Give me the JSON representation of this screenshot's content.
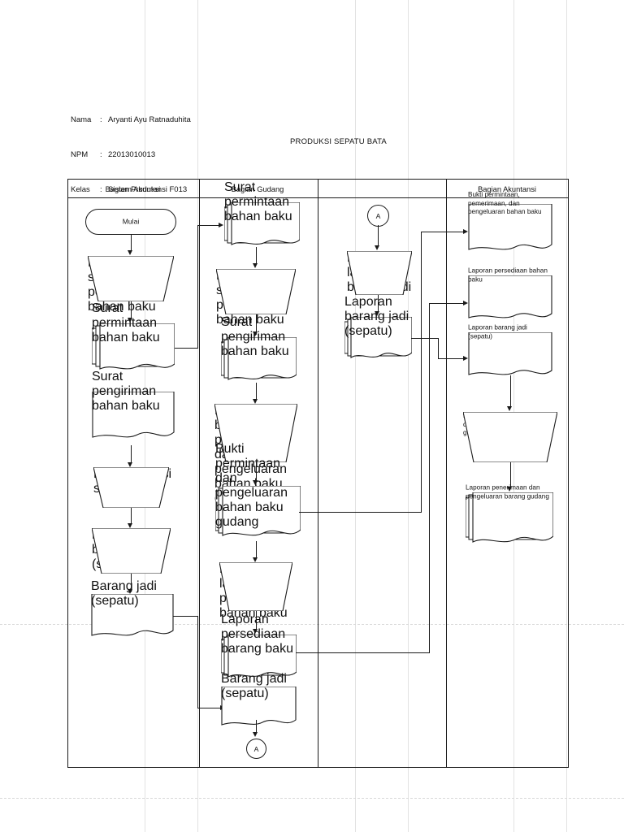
{
  "meta": {
    "lines": [
      {
        "key": "Nama",
        "sep": ":",
        "value": "Aryanti Ayu Ratnaduhita"
      },
      {
        "key": "NPM",
        "sep": ":",
        "value": "22013010013"
      },
      {
        "key": "Kelas",
        "sep": ":",
        "value": "Sistem Akuntansi F013"
      }
    ]
  },
  "title": "PRODUKSI SEPATU BATA",
  "lanes": [
    {
      "id": "produksi",
      "label": "Bagian Produksi"
    },
    {
      "id": "gudang",
      "label": "Bagian Gudang"
    },
    {
      "id": "kosong",
      "label": ""
    },
    {
      "id": "akuntansi",
      "label": "Bagian Akuntansi"
    }
  ],
  "nodes": {
    "p1": "Mulai",
    "p2": "Membuat surat permintaan bahan baku",
    "p3": "Surat permintaan bahan baku",
    "p4": "Surat pengiriman bahan baku",
    "p5": "Memproduksi sepatu",
    "p6": "Mengirim barang jadi (sepatu)",
    "p7": "Barang jadi (sepatu)",
    "g1": "Surat permintaan bahan baku",
    "g2": "Membuat surat pengiriman bahan baku",
    "g3": "Surat pengiriman bahan baku",
    "g4": "Membuat bukti permintaan dan pengeluaran bahan baku gudang",
    "g5": "Bukti permintaan dan pengeluaran bahan baku gudang",
    "g6": "Membuat laporan persediaan bahan baku",
    "g7": "Laporan persediaan barang baku",
    "g8": "Barang jadi (sepatu)",
    "g9": "A",
    "c1": "A",
    "c2": "Membuat laporan barang jadi",
    "c3": "Laporan barang jadi (sepatu)",
    "a1": "Bukti permintaan, pemerimaan, dan pengeluaran bahan baku",
    "a2": "Laporan persediaan bahan baku",
    "a3": "Laporan barang jadi (sepatu)",
    "a4": "Membuat laporan permintaan dan pengeluaran barang gudang",
    "a5": "Laporan penerimaan dan pengeluaran barang gudang"
  },
  "colors": {
    "ink": "#1a1a1a",
    "paper": "#ffffff",
    "guide": "#e2e2e2"
  }
}
